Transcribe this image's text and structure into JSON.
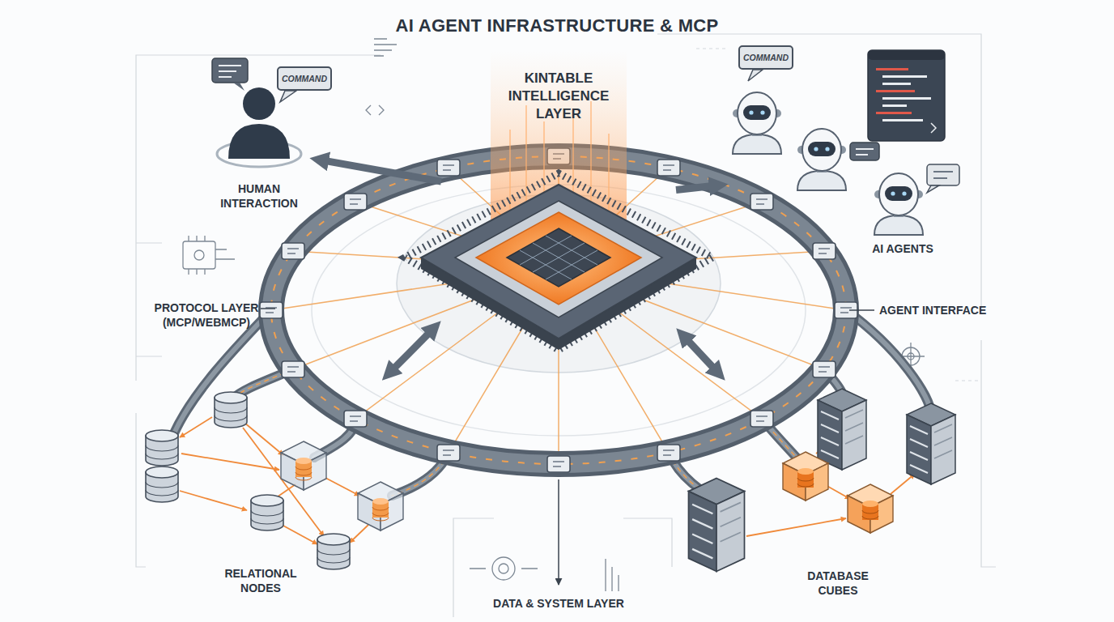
{
  "diagram": {
    "title": "AI AGENT INFRASTRUCTURE & MCP",
    "nodes": [
      {
        "text": [
          "COMMAND"
        ]
      },
      {
        "text": [
          "HUMAN INTERACTION"
        ]
      },
      {
        "text": [
          "KINTABLE INTELLIGENCE LAYER"
        ]
      },
      {
        "text": [
          "COMMAND"
        ]
      },
      {
        "text": [
          "AI AGENTS"
        ]
      },
      {
        "text": [
          "RELATIONAL NODES"
        ]
      },
      {
        "text": [
          "DATABASE CUBES"
        ]
      }
    ],
    "edges": [
      {
        "from": 2,
        "to": 1,
        "arrow": "to"
      },
      {
        "from": 2,
        "to": 4,
        "arrow": "to"
      },
      {
        "from": 5,
        "to": 2,
        "arrow": "both"
      },
      {
        "from": 6,
        "to": 2,
        "arrow": "both"
      }
    ],
    "labels": [
      "PROTOCOL LAYER (MCP/WEBMCP)",
      "AGENT INTERFACE",
      "DATA & SYSTEM LAYER"
    ]
  }
}
